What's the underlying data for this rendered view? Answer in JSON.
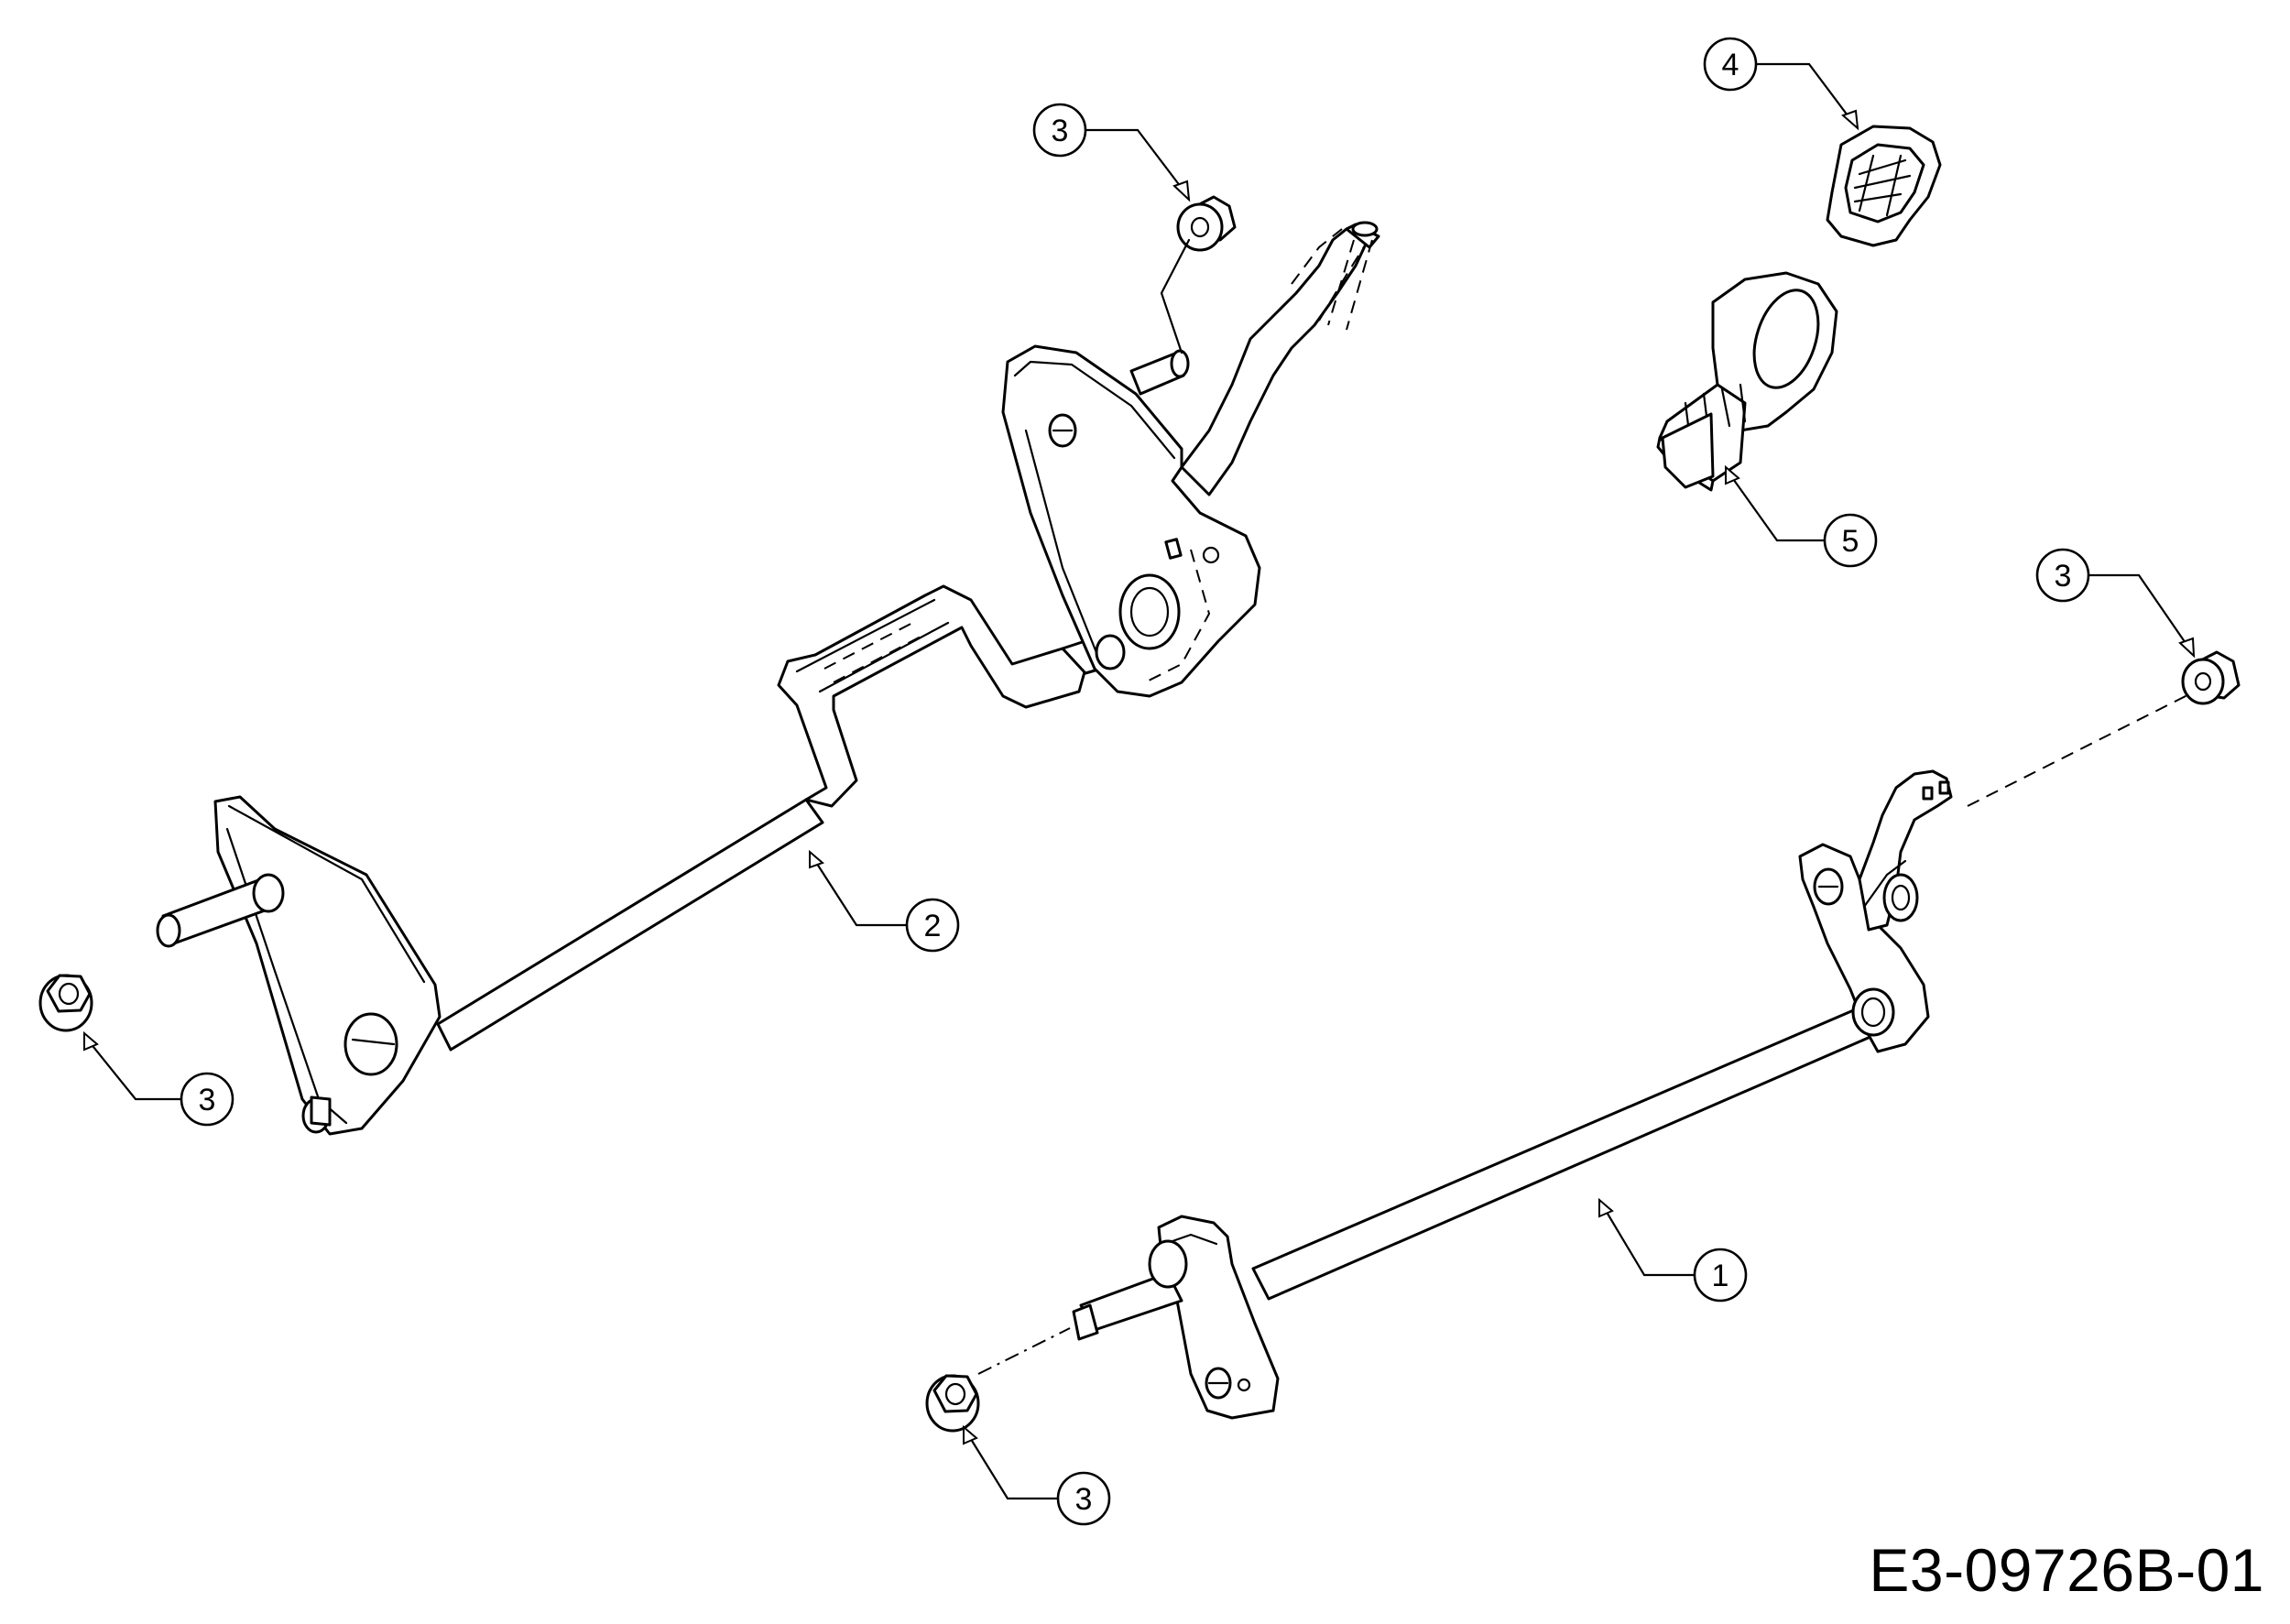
{
  "diagram": {
    "drawing_number": "E3-09726B-01",
    "callouts": [
      {
        "id": "c1",
        "label": "1"
      },
      {
        "id": "c2",
        "label": "2"
      },
      {
        "id": "c3a",
        "label": "3"
      },
      {
        "id": "c3b",
        "label": "3"
      },
      {
        "id": "c3c",
        "label": "3"
      },
      {
        "id": "c3d",
        "label": "3"
      },
      {
        "id": "c4",
        "label": "4"
      },
      {
        "id": "c5",
        "label": "5"
      }
    ]
  }
}
